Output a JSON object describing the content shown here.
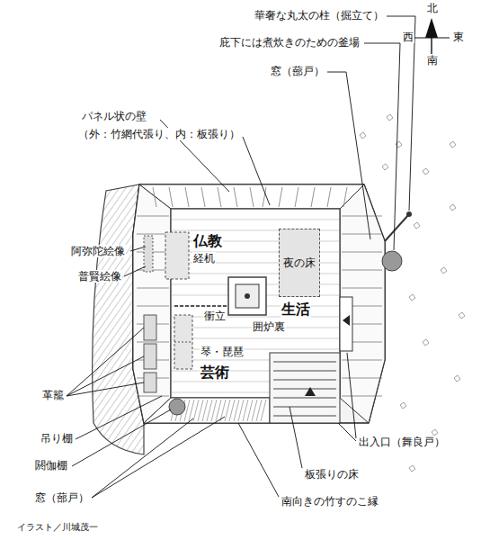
{
  "diagram": {
    "caption": "イラスト／川城茂一",
    "nodes": [
      {
        "text": [
          "夜の床"
        ]
      }
    ],
    "edges": [],
    "labels": [
      "華奢な丸太の柱（掘立て）",
      "庇下には煮炊きのための釜場",
      "窓（蔀戸）",
      "パネル状の壁",
      "（外：竹網代張り、内：板張り）",
      "北",
      "西",
      "東",
      "南",
      "仏教",
      "経机",
      "阿弥陀絵像",
      "普賢絵像",
      "生活",
      "囲炉裏",
      "衝立",
      "琴・琵琶",
      "芸術",
      "革籠",
      "吊り棚",
      "閼伽棚",
      "窓（蔀戸）",
      "出入口（舞良戸）",
      "板張りの床",
      "南向きの竹すのこ縁"
    ]
  }
}
